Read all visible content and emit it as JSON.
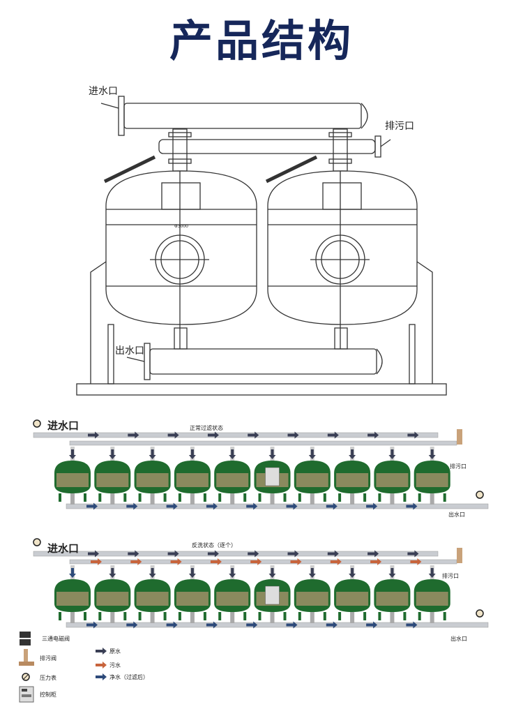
{
  "title": "产品结构",
  "drawing": {
    "inlet_label": "进水口",
    "drain_label": "排污口",
    "outlet_label": "出水口",
    "dimension_label": "Φ3000"
  },
  "normal": {
    "inlet_label": "进水口",
    "state_label": "正常过滤状态",
    "drain_label": "排污口",
    "outlet_label": "出水口",
    "tank_count": 10
  },
  "backwash": {
    "inlet_label": "进水口",
    "state_label": "反洗状态（逐个）",
    "drain_label": "排污口",
    "outlet_label": "出水口",
    "tank_count": 10
  },
  "legend": {
    "three_way_valve": "三通电磁阀",
    "drain_valve": "排污阀",
    "pressure_gauge": "压力表",
    "control_cabinet": "控制柜",
    "raw_water": "原水",
    "sewage": "污水",
    "clean_water": "净水（过滤后）"
  },
  "colors": {
    "title": "#16275a",
    "tank": "#1f6b2e",
    "raw_arrow": "#3a3f55",
    "sewage_arrow": "#c8643c",
    "clean_arrow": "#2d4a7a",
    "pipe": "#c9ccd1"
  }
}
